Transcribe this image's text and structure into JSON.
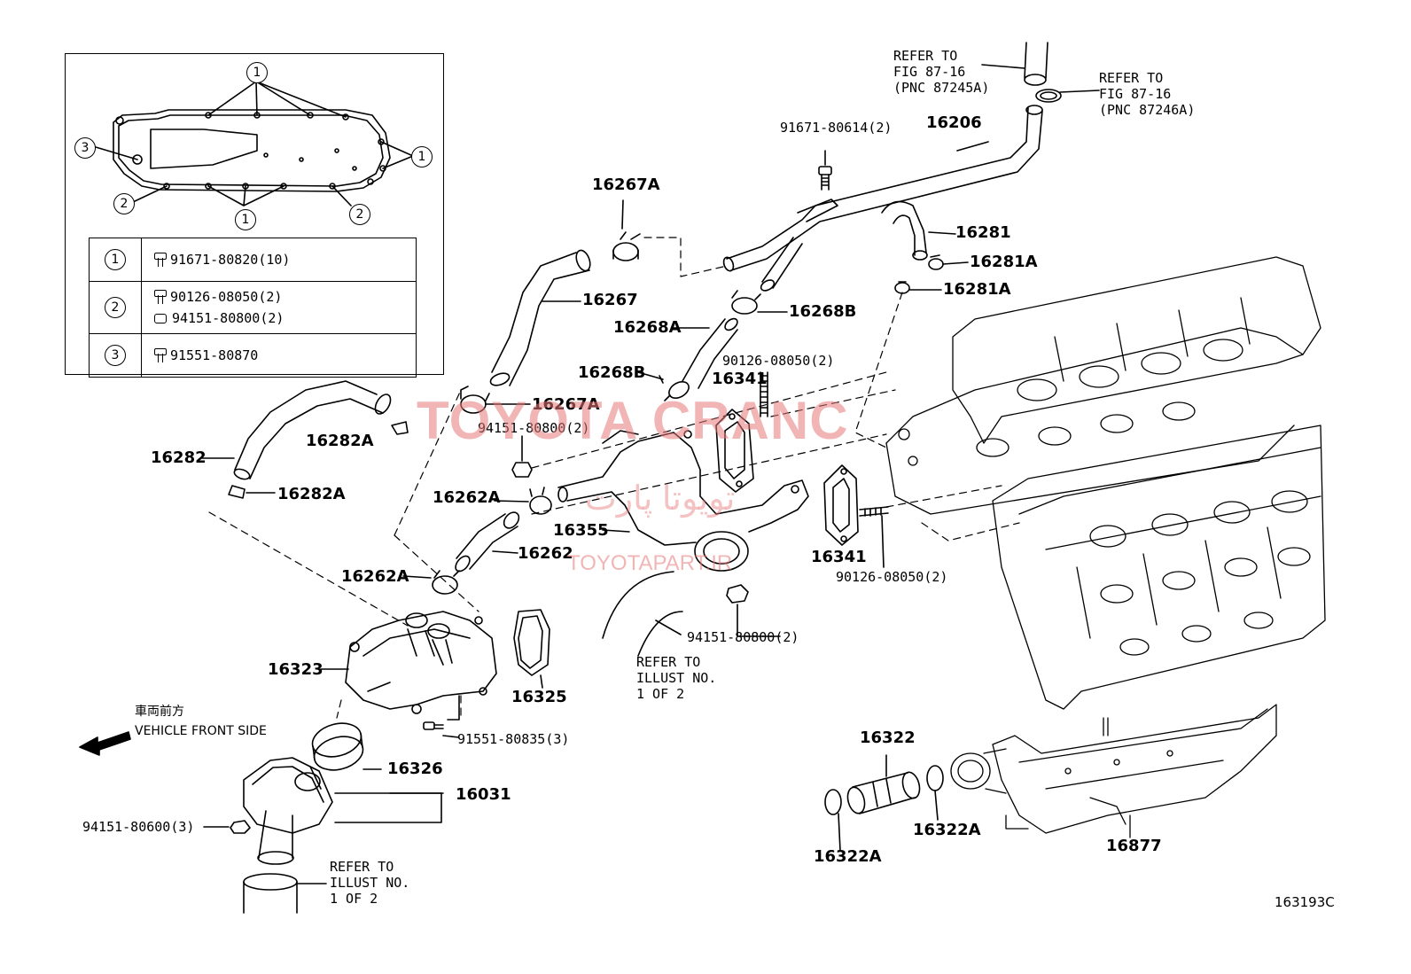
{
  "legend": {
    "callouts": {
      "c1": "1",
      "c2": "2",
      "c3": "3"
    },
    "rows": [
      {
        "num": "1",
        "parts": [
          "91671-80820(10)"
        ]
      },
      {
        "num": "2",
        "parts": [
          "90126-08050(2)",
          "94151-80800(2)"
        ]
      },
      {
        "num": "3",
        "parts": [
          "91551-80870"
        ]
      }
    ]
  },
  "labels": {
    "p16206": "16206",
    "p91671_80614": "91671-80614(2)",
    "p16267A_top": "16267A",
    "p16281": "16281",
    "p16281A_a": "16281A",
    "p16281A_b": "16281A",
    "p16267": "16267",
    "p16268B_top": "16268B",
    "p16268A": "16268A",
    "p16268B": "16268B",
    "p90126_top": "90126-08050(2)",
    "p16341_a": "16341",
    "p16267A_mid": "16267A",
    "p94151_mid": "94151-80800(2)",
    "p16282": "16282",
    "p16282A_a": "16282A",
    "p16282A_b": "16282A",
    "p16262A_a": "16262A",
    "p16355": "16355",
    "p16262": "16262",
    "p16341_b": "16341",
    "p90126_bot": "90126-08050(2)",
    "p16262A_b": "16262A",
    "p94151_low": "94151-80800(2)",
    "p16323": "16323",
    "p16325": "16325",
    "p91551": "91551-80835(3)",
    "p16326": "16326",
    "p16031": "16031",
    "p94151_600": "94151-80600(3)",
    "p16322": "16322",
    "p16322A_a": "16322A",
    "p16322A_b": "16322A",
    "p16877": "16877"
  },
  "notes": {
    "refer_87245": "REFER TO\nFIG 87-16\n(PNC 87245A)",
    "refer_87246": "REFER TO\nFIG 87-16\n(PNC 87246A)",
    "refer_illust_mid": "REFER TO\nILLUST NO.\n1 OF 2",
    "refer_illust_bot": "REFER TO\nILLUST NO.\n1 OF 2",
    "front_jp": "車両前方",
    "front_en": "VEHICLE FRONT SIDE"
  },
  "watermark": {
    "main": "TOYOTA CRANC",
    "site": "TOYOTAPART.IR",
    "fa": "تویوتا پارت"
  },
  "figure_id": "163193C",
  "colors": {
    "ink": "#000000",
    "watermark": "#e67878"
  }
}
